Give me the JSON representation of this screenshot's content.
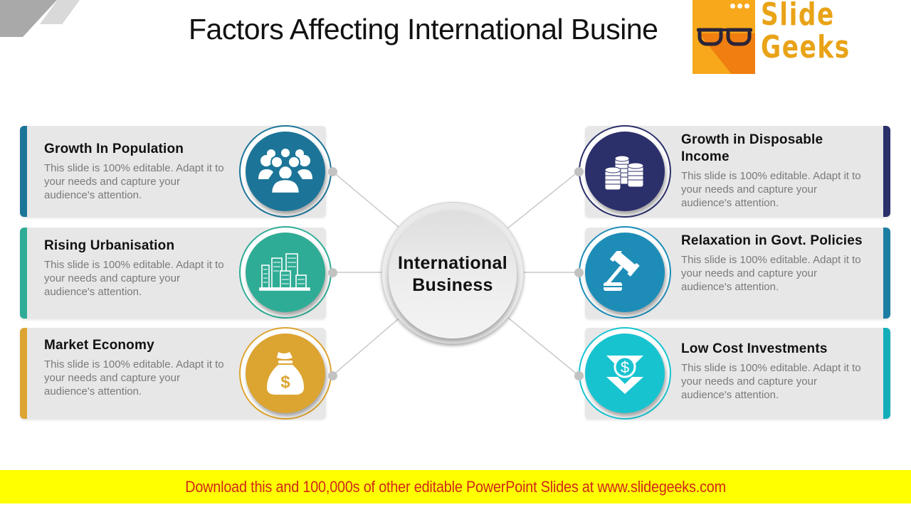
{
  "slide": {
    "title": "Factors Affecting International Busine",
    "logo": {
      "brand_line1": "Slide",
      "brand_line2": "Geeks",
      "icon": "glasses-icon",
      "colors": {
        "box": "#f7a81b",
        "shade": "#f07e10",
        "text": "#e9a317"
      }
    },
    "center": {
      "line1": "International",
      "line2": "Business"
    },
    "factors_left": [
      {
        "title": "Growth In Population",
        "description": "This slide is 100% editable. Adapt it to your needs and capture your audience's attention.",
        "icon": "people-group-icon",
        "color": "#1c7598"
      },
      {
        "title": "Rising Urbanisation",
        "description": "This slide is 100% editable. Adapt it to your needs and capture your audience's attention.",
        "icon": "buildings-icon",
        "color": "#2fac95"
      },
      {
        "title": "Market Economy",
        "description": "This slide is 100% editable. Adapt it to your needs and capture your audience's attention.",
        "icon": "money-bag-icon",
        "color": "#dca431"
      }
    ],
    "factors_right": [
      {
        "title": "Growth in Disposable Income",
        "description": "This slide is 100% editable. Adapt it to your needs and capture your audience's attention.",
        "icon": "coin-stacks-icon",
        "color": "#2b2f6a"
      },
      {
        "title": "Relaxation in Govt. Policies",
        "description": "This slide is 100% editable. Adapt it to your needs and capture your audience's attention.",
        "icon": "gavel-icon",
        "color": "#1d8db7"
      },
      {
        "title": "Low Cost Investments",
        "description": "This slide is 100% editable. Adapt it to your needs and capture your audience's attention.",
        "icon": "dollar-down-arrow-icon",
        "color": "#18c3d0"
      }
    ],
    "footer": {
      "text": "Download this and 100,000s of other editable PowerPoint Slides at www.slidegeeks.com",
      "background": "#ffff00",
      "text_color": "#d0281b"
    }
  }
}
